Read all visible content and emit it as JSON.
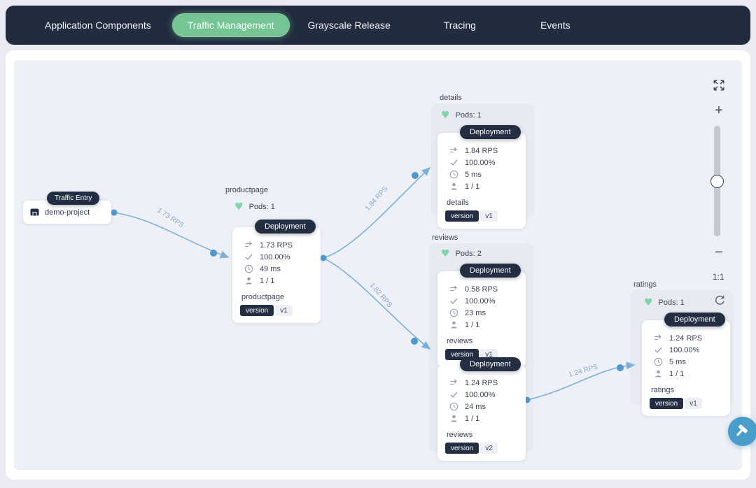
{
  "navbar": {
    "tabs": [
      "Application Components",
      "Traffic Management",
      "Grayscale Release",
      "Tracing",
      "Events"
    ],
    "active_index": 1
  },
  "traffic_entry": {
    "badge": "Traffic Entry",
    "name": "demo-project"
  },
  "nodes": {
    "productpage": {
      "label": "productpage",
      "pods": "Pods: 1",
      "deployments": [
        {
          "badge": "Deployment",
          "rps": "1.73 RPS",
          "success": "100.00%",
          "latency": "49 ms",
          "replicas": "1 / 1",
          "app": "productpage",
          "version_key": "version",
          "version_value": "v1"
        }
      ]
    },
    "details": {
      "label": "details",
      "pods": "Pods: 1",
      "deployments": [
        {
          "badge": "Deployment",
          "rps": "1.84 RPS",
          "success": "100.00%",
          "latency": "5 ms",
          "replicas": "1 / 1",
          "app": "details",
          "version_key": "version",
          "version_value": "v1"
        }
      ]
    },
    "reviews": {
      "label": "reviews",
      "pods": "Pods: 2",
      "deployments": [
        {
          "badge": "Deployment",
          "rps": "0.58 RPS",
          "success": "100.00%",
          "latency": "23 ms",
          "replicas": "1 / 1",
          "app": "reviews",
          "version_key": "version",
          "version_value": "v1"
        },
        {
          "badge": "Deployment",
          "rps": "1.24 RPS",
          "success": "100.00%",
          "latency": "24 ms",
          "replicas": "1 / 1",
          "app": "reviews",
          "version_key": "version",
          "version_value": "v2"
        }
      ]
    },
    "ratings": {
      "label": "ratings",
      "pods": "Pods: 1",
      "deployments": [
        {
          "badge": "Deployment",
          "rps": "1.24 RPS",
          "success": "100.00%",
          "latency": "5 ms",
          "replicas": "1 / 1",
          "app": "ratings",
          "version_key": "version",
          "version_value": "v1"
        }
      ]
    }
  },
  "edges": [
    {
      "label": "1.73 RPS"
    },
    {
      "label": "1.84 RPS"
    },
    {
      "label": "1.82 RPS"
    },
    {
      "label": "1.24 RPS"
    }
  ],
  "controls": {
    "zoom_ratio": "1:1"
  },
  "colors": {
    "accent_green": "#74c494",
    "navbar_navy": "#212c3e",
    "edge_blue": "#7fb0d8",
    "dot_blue": "#4f97cd",
    "pill_navy": "#232e42",
    "pod_green": "#7ed3a8",
    "fab_blue": "#4a9dcb",
    "canvas_bg": "#edf0f6"
  }
}
